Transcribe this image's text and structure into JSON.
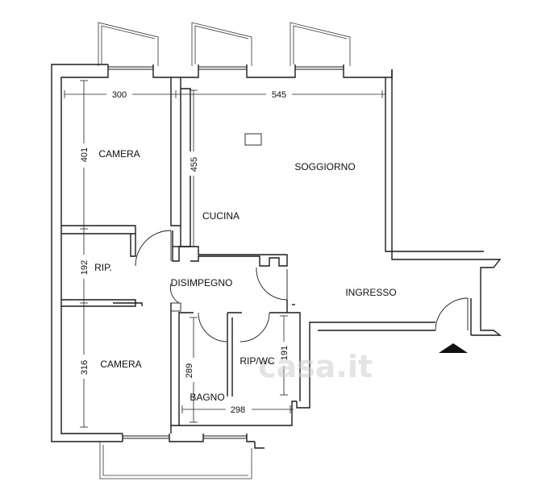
{
  "rooms": {
    "camera_top": "CAMERA",
    "soggiorno": "SOGGIORNO",
    "cucina": "CUCINA",
    "rip_left": "RIP.",
    "disimpegno": "DISIMPEGNO",
    "ingresso": "INGRESSO",
    "camera_bottom": "CAMERA",
    "rip_wc": "RIP/WC",
    "bagno": "BAGNO"
  },
  "dimensions": {
    "top_left_width": "300",
    "top_right_width": "545",
    "camera_top_height": "401",
    "cucina_height": "455",
    "rip_height": "192",
    "camera_bottom_height": "316",
    "bagno_height": "289",
    "bagno_width": "298",
    "ripwc_height": "191"
  },
  "watermark": "casa.it"
}
